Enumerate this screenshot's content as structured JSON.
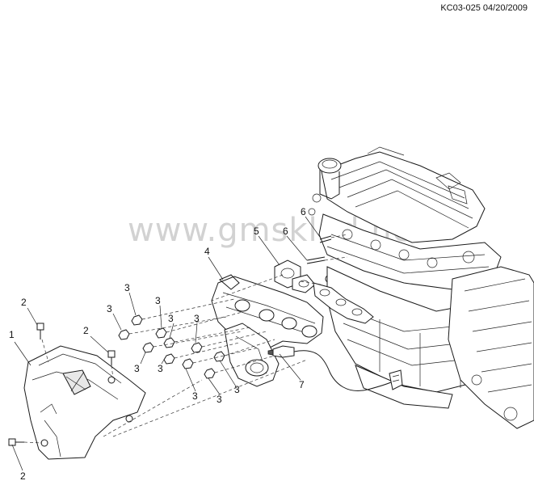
{
  "reference_code": "KC03-025 04/20/2009",
  "watermark": "www.gmsklad.net",
  "callouts": {
    "c1": "1",
    "c2a": "2",
    "c2b": "2",
    "c2c": "2",
    "c3a": "3",
    "c3b": "3",
    "c3c": "3",
    "c3d": "3",
    "c3e": "3",
    "c3f": "3",
    "c3g": "3",
    "c3h": "3",
    "c3i": "3",
    "c3j": "3",
    "c4": "4",
    "c5": "5",
    "c6a": "6",
    "c6b": "6",
    "c7": "7"
  }
}
